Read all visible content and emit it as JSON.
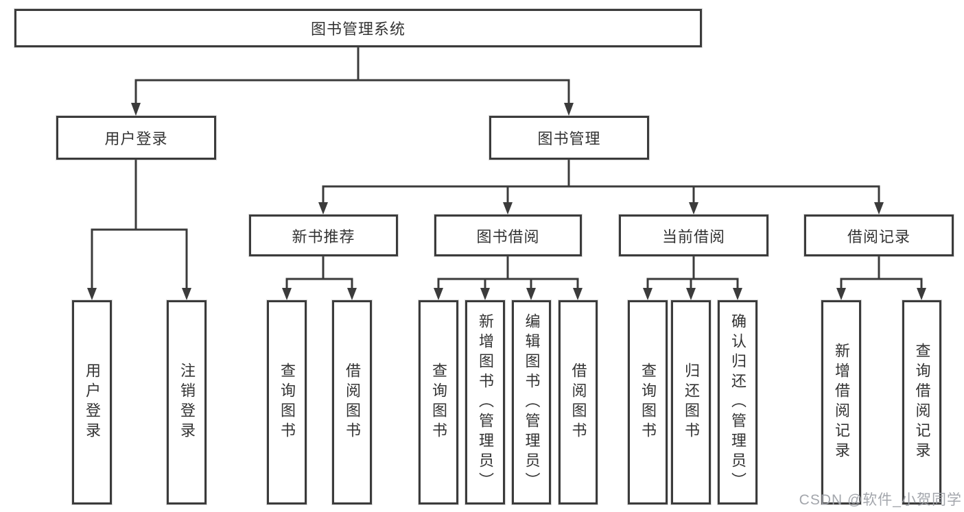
{
  "diagram": {
    "type": "tree",
    "root": {
      "label": "图书管理系统"
    },
    "level2": [
      {
        "label": "用户登录"
      },
      {
        "label": "图书管理"
      }
    ],
    "level3": [
      {
        "label": "新书推荐",
        "parent": "图书管理"
      },
      {
        "label": "图书借阅",
        "parent": "图书管理"
      },
      {
        "label": "当前借阅",
        "parent": "图书管理"
      },
      {
        "label": "借阅记录",
        "parent": "图书管理"
      }
    ],
    "leaves": [
      {
        "label": "用户登录",
        "parent": "用户登录"
      },
      {
        "label": "注销登录",
        "parent": "用户登录"
      },
      {
        "label": "查询图书",
        "parent": "新书推荐"
      },
      {
        "label": "借阅图书",
        "parent": "新书推荐"
      },
      {
        "label": "查询图书",
        "parent": "图书借阅"
      },
      {
        "label": "新增图书（管理员）",
        "parent": "图书借阅"
      },
      {
        "label": "编辑图书（管理员）",
        "parent": "图书借阅"
      },
      {
        "label": "借阅图书",
        "parent": "图书借阅"
      },
      {
        "label": "查询图书",
        "parent": "当前借阅"
      },
      {
        "label": "归还图书",
        "parent": "当前借阅"
      },
      {
        "label": "确认归还（管理员）",
        "parent": "当前借阅"
      },
      {
        "label": "新增借阅记录",
        "parent": "借阅记录"
      },
      {
        "label": "查询借阅记录",
        "parent": "借阅记录"
      }
    ],
    "colors": {
      "line": "#3b3b3b",
      "text": "#333333",
      "box_background": "#ffffff",
      "watermark": "#9ea1a8"
    }
  },
  "watermark": {
    "text": "CSDN @软件_小贺同学"
  }
}
